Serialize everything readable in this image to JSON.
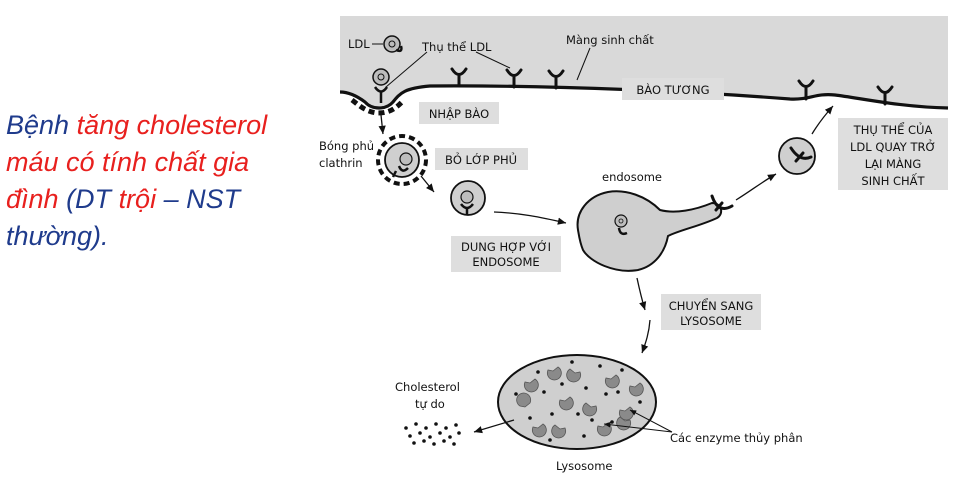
{
  "title": {
    "part1": "Bệnh ",
    "part2": "tăng cholesterol máu có tính chất gia đình",
    "part3": "   (DT ",
    "part4": "trội",
    "part5": " – NST thường)."
  },
  "labels": {
    "ldl": "LDL",
    "ldl_receptor": "Thụ thể LDL",
    "membrane": "Màng sinh chất",
    "cytoplasm": "BÀO TƯƠNG",
    "endocytosis": "NHẬP BÀO",
    "coated_vesicle_1": "Bóng phủ",
    "coated_vesicle_2": "clathrin",
    "uncoating": "BỎ LỚP PHỦ",
    "endosome": "endosome",
    "fusion_1": "DUNG HỢP VỚI",
    "fusion_2": "ENDOSOME",
    "to_lysosome_1": "CHUYỂN SANG",
    "to_lysosome_2": "LYSOSOME",
    "recycling_1": "THỤ THỂ CỦA",
    "recycling_2": "LDL QUAY TRỞ",
    "recycling_3": "LẠI MÀNG",
    "recycling_4": "SINH CHẤT",
    "free_cholesterol_1": "Cholesterol",
    "free_cholesterol_2": "tự do",
    "enzymes": "Các enzyme thủy phân",
    "lysosome": "Lysosome"
  }
}
